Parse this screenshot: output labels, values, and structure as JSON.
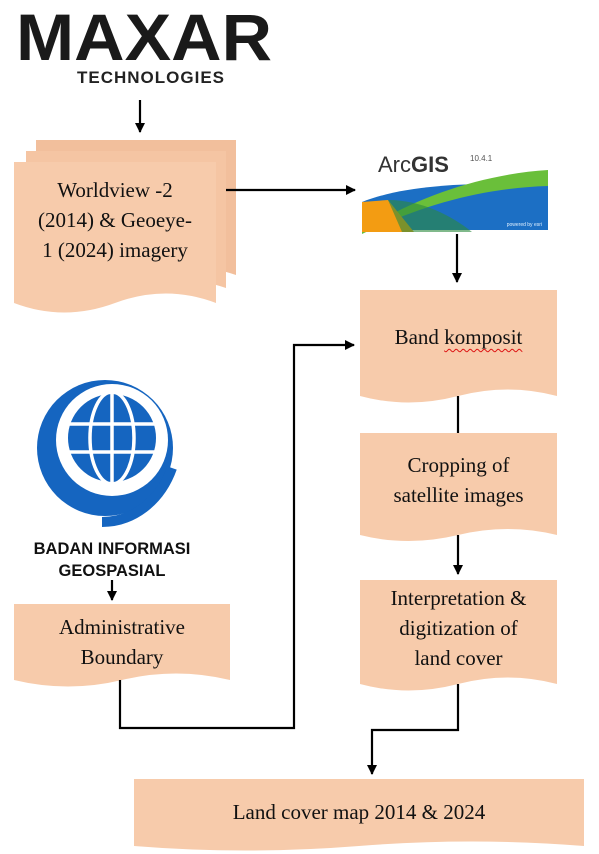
{
  "logos": {
    "maxar": {
      "name": "MAXAR",
      "subtitle": "TECHNOLOGIES",
      "color": "#1a1a1a"
    },
    "arcgis": {
      "name_arc": "Arc",
      "name_gis": "GIS",
      "version": "10.4.1",
      "badge": "powered by esri"
    },
    "big": {
      "line1": "BADAN INFORMASI",
      "line2": "GEOSPASIAL",
      "color": "#1565c0"
    }
  },
  "nodes": {
    "imagery": {
      "line1": "Worldview -2",
      "line2": "(2014) & Geoeye-",
      "line3": "1 (2024) imagery"
    },
    "band": {
      "prefix": "Band ",
      "word": "komposit"
    },
    "cropping": {
      "line1": "Cropping of",
      "line2": "satellite images"
    },
    "interpretation": {
      "line1": "Interpretation &",
      "line2": "digitization of",
      "line3": "land cover"
    },
    "admin": {
      "line1": "Administrative",
      "line2": "Boundary"
    },
    "output": {
      "label": "Land cover map 2014 & 2024"
    }
  },
  "colors": {
    "box_fill": "#f7cbab",
    "box_shade": "#f2bf9c",
    "line": "#000000"
  }
}
